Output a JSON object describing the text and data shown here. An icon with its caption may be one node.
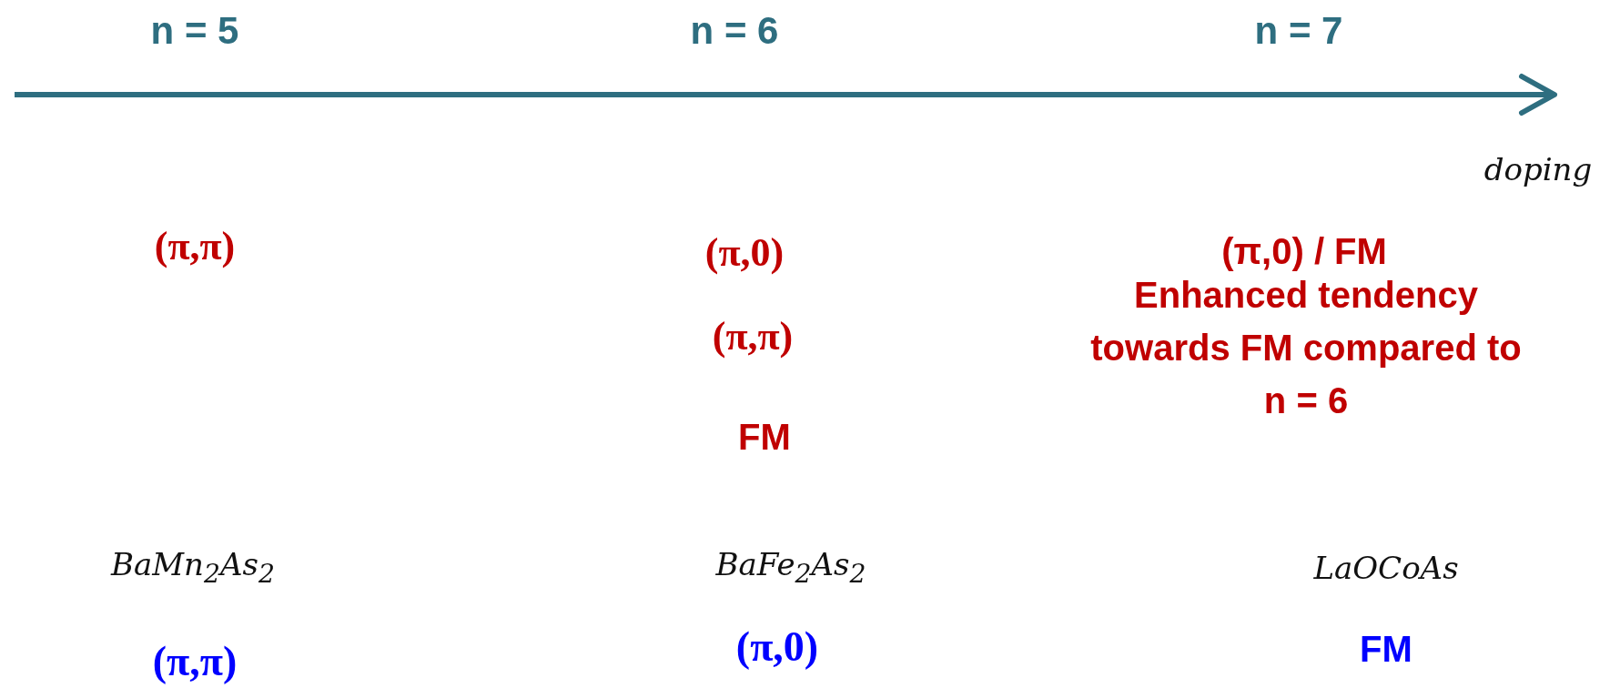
{
  "diagram": {
    "labels": [
      "n = 5",
      "n = 6",
      "n = 7",
      "doping",
      "(π,π)",
      "(π,0)",
      "(π,0) / FM",
      "Enhanced tendency towards FM compared to n = 6",
      "(π,π)",
      "FM",
      "BaMn$_{2}$As$_{2}$",
      "BaFe$_{2}$As$_{2}$",
      "LaOCoAs",
      "(π,π)",
      "(π,0)",
      "FM"
    ]
  }
}
